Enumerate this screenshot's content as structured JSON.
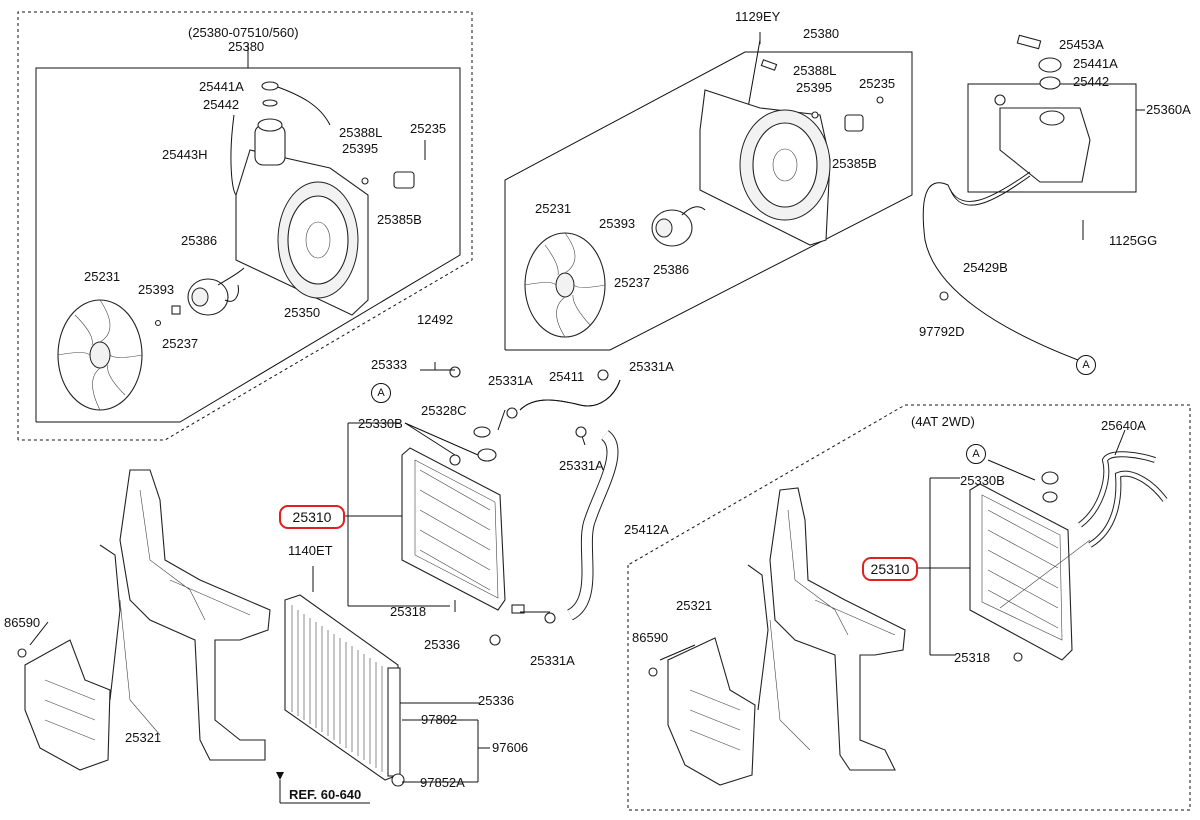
{
  "diagram": {
    "labels": {
      "l_25380_07510": "(25380-07510/560)",
      "l_25380_a": "25380",
      "l_25441A_a": "25441A",
      "l_25442_a": "25442",
      "l_25443H": "25443H",
      "l_25388L_a": "25388L",
      "l_25235_a": "25235",
      "l_25395_a": "25395",
      "l_25385B_a": "25385B",
      "l_25386_a": "25386",
      "l_25231_a": "25231",
      "l_25393_a": "25393",
      "l_25237_a": "25237",
      "l_25350": "25350",
      "l_1129EY": "1129EY",
      "l_25380_b": "25380",
      "l_25388L_b": "25388L",
      "l_25235_b": "25235",
      "l_25395_b": "25395",
      "l_25385B_b": "25385B",
      "l_25231_b": "25231",
      "l_25393_b": "25393",
      "l_25386_b": "25386",
      "l_25237_b": "25237",
      "l_25453A": "25453A",
      "l_25441A_b": "25441A",
      "l_25442_b": "25442",
      "l_25360A": "25360A",
      "l_1125GG": "1125GG",
      "l_25429B": "25429B",
      "l_97792D": "97792D",
      "l_12492": "12492",
      "l_25333": "25333",
      "l_25331A_1": "25331A",
      "l_25411": "25411",
      "l_25331A_2": "25331A",
      "l_25328C": "25328C",
      "l_25330B_a": "25330B",
      "l_25331A_3": "25331A",
      "l_25412A": "25412A",
      "l_1140ET": "1140ET",
      "l_25318_a": "25318",
      "l_25336_a": "25336",
      "l_25331A_4": "25331A",
      "l_86590_a": "86590",
      "l_25321_a": "25321",
      "l_25336_b": "25336",
      "l_97802": "97802",
      "l_97606": "97606",
      "l_97852A": "97852A",
      "l_ref": "REF. 60-640",
      "l_4at2wd": "(4AT 2WD)",
      "l_25640A": "25640A",
      "l_25330B_b": "25330B",
      "l_25321_b": "25321",
      "l_86590_b": "86590",
      "l_25318_b": "25318"
    },
    "highlighted": {
      "h_25310_a": "25310",
      "h_25310_b": "25310"
    },
    "callouts": {
      "c_A1": "A",
      "c_A2": "A",
      "c_A3": "A"
    },
    "colors": {
      "highlight": "#e02020",
      "line": "#111111"
    }
  }
}
